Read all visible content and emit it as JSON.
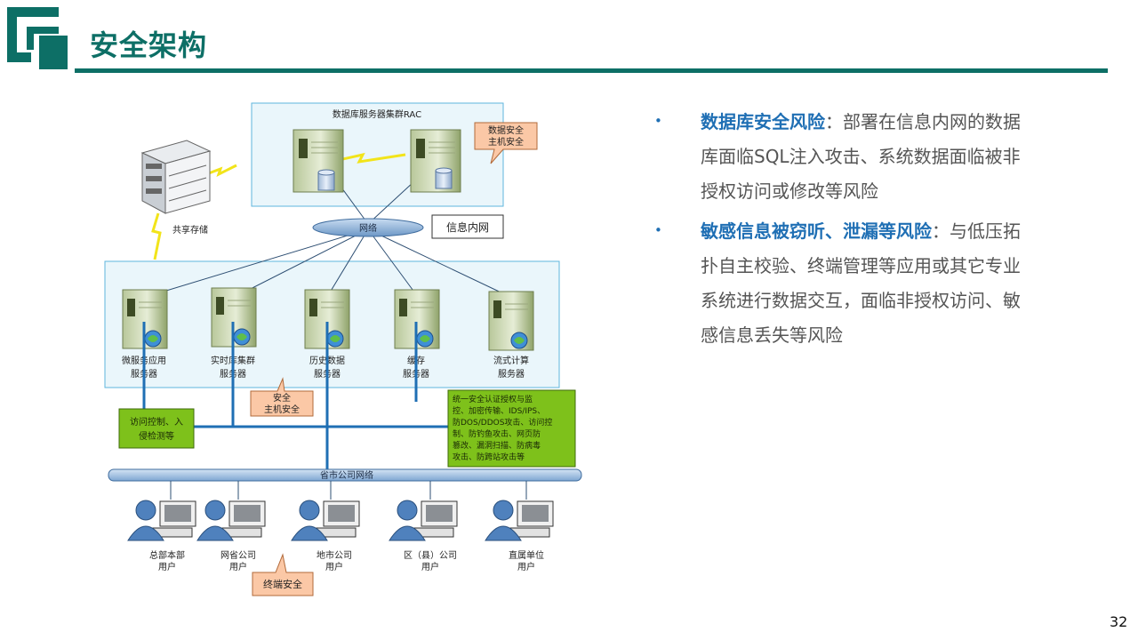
{
  "page": {
    "title": "安全架构",
    "page_number": "32"
  },
  "diagram": {
    "rac_title": "数据库服务器集群RAC",
    "db_security_tag": [
      "数据安全",
      "主机安全"
    ],
    "shared_storage": "共享存储",
    "network": "网络",
    "intranet": "信息内网",
    "servers": [
      {
        "line1": "微服务应用",
        "line2": "服务器"
      },
      {
        "line1": "实时库集群",
        "line2": "服务器"
      },
      {
        "line1": "历史数据",
        "line2": "服务器"
      },
      {
        "line1": "缓存",
        "line2": "服务器"
      },
      {
        "line1": "流式计算",
        "line2": "服务器"
      }
    ],
    "host_security_tag": [
      "安全",
      "主机安全"
    ],
    "access_control": [
      "访问控制、入",
      "侵检测等"
    ],
    "unified_security": [
      "统一安全认证授权与监",
      "控、加密传输、IDS/IPS、",
      "防DOS/DDOS攻击、访问控",
      "制、防钓鱼攻击、网页防",
      "篡改、漏洞扫描、防病毒",
      "攻击、防跨站攻击等"
    ],
    "provincial_network": "省市公司网络",
    "users": [
      {
        "line1": "总部本部",
        "line2": "用户"
      },
      {
        "line1": "网省公司",
        "line2": "用户"
      },
      {
        "line1": "地市公司",
        "line2": "用户"
      },
      {
        "line1": "区（县）公司",
        "line2": "用户"
      },
      {
        "line1": "直属单位",
        "line2": "用户"
      }
    ],
    "terminal_security": "终端安全"
  },
  "bullets": [
    {
      "head": "数据库安全风险",
      "text": "：部署在信息内网的数据库面临SQL注入攻击、系统数据面临被非授权访问或修改等风险"
    },
    {
      "head": "敏感信息被窃听、泄漏等风险",
      "text": "：与低压拓扑自主校验、终端管理等应用或其它专业系统进行数据交互，面临非授权访问、敏感信息丢失等风险"
    }
  ],
  "colors": {
    "title_teal": "#0d6f66",
    "bullet_blue": "#1f6fb4",
    "callout_orange": "#fbc8a6",
    "green_box": "#7ec11b",
    "cyan_panel": "#eaf6fb",
    "user_blue": "#4f81bd"
  }
}
